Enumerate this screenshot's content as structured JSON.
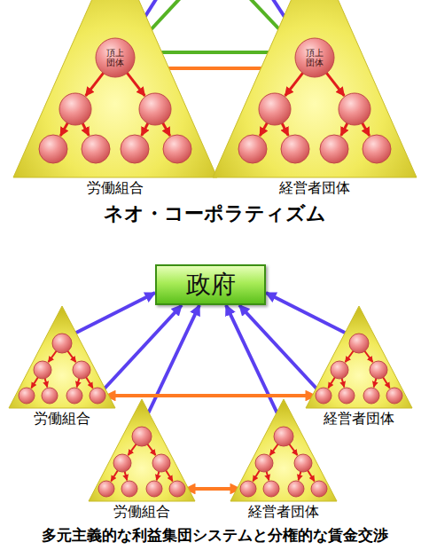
{
  "diagram": {
    "caption": "多元主義的な利益集団システムと分権的な賃金交渉",
    "nodes": [
      {
        "text": [
          "労働組合"
        ]
      },
      {
        "text": [
          "頂上団体"
        ],
        "in": 0
      },
      {
        "text": [
          "経営者団体"
        ]
      },
      {
        "text": [
          "頂上団体"
        ],
        "in": 2
      },
      {
        "text": [
          "政府"
        ]
      },
      {
        "text": [
          "労働組合"
        ]
      },
      {
        "text": [
          "経営者団体"
        ]
      },
      {
        "text": [
          "労働組合"
        ]
      },
      {
        "text": [
          "経営者団体"
        ]
      }
    ],
    "edges": [
      {
        "from": 1,
        "to": 3,
        "arrow": "both"
      },
      {
        "from": 1,
        "to": 3,
        "arrow": "both"
      },
      {
        "from": 5,
        "to": 4,
        "arrow": "to"
      },
      {
        "from": 5,
        "to": 4,
        "arrow": "to"
      },
      {
        "from": 6,
        "to": 4,
        "arrow": "to"
      },
      {
        "from": 6,
        "to": 4,
        "arrow": "to"
      },
      {
        "from": 7,
        "to": 4,
        "arrow": "to"
      },
      {
        "from": 8,
        "to": 4,
        "arrow": "to"
      },
      {
        "from": 5,
        "to": 6,
        "arrow": "both"
      },
      {
        "from": 7,
        "to": 8,
        "arrow": "both"
      }
    ],
    "labels": [
      "ネオ・コーポラティズム"
    ]
  }
}
